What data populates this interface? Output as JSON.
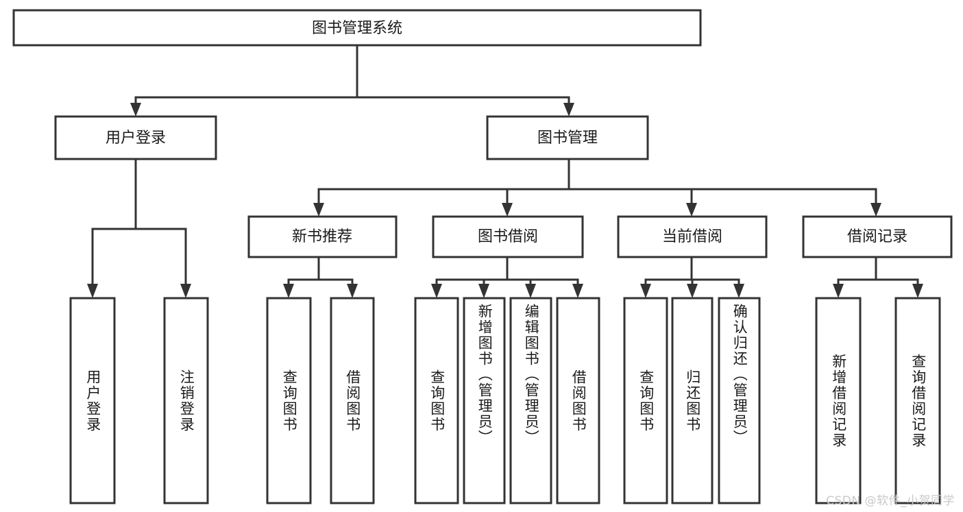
{
  "diagram": {
    "title": "图书管理系统",
    "type": "tree-hierarchy",
    "root": {
      "id": "root",
      "label": "图书管理系统",
      "orientation": "horizontal"
    },
    "level2": [
      {
        "id": "user-login",
        "label": "用户登录",
        "orientation": "horizontal"
      },
      {
        "id": "book-manage",
        "label": "图书管理",
        "orientation": "horizontal"
      }
    ],
    "level3": [
      {
        "id": "new-book-rec",
        "label": "新书推荐",
        "orientation": "horizontal",
        "parent": "book-manage"
      },
      {
        "id": "book-borrow",
        "label": "图书借阅",
        "orientation": "horizontal",
        "parent": "book-manage"
      },
      {
        "id": "current-borrow",
        "label": "当前借阅",
        "orientation": "horizontal",
        "parent": "book-manage"
      },
      {
        "id": "borrow-record",
        "label": "借阅记录",
        "orientation": "horizontal",
        "parent": "book-manage"
      }
    ],
    "leaves": [
      {
        "id": "leaf-user-login",
        "label": "用户登录",
        "parent": "user-login",
        "orientation": "vertical"
      },
      {
        "id": "leaf-logout",
        "label": "注销登录",
        "parent": "user-login",
        "orientation": "vertical"
      },
      {
        "id": "leaf-query-book-1",
        "label": "查询图书",
        "parent": "new-book-rec",
        "orientation": "vertical"
      },
      {
        "id": "leaf-borrow-book-1",
        "label": "借阅图书",
        "parent": "new-book-rec",
        "orientation": "vertical"
      },
      {
        "id": "leaf-query-book-2",
        "label": "查询图书",
        "parent": "book-borrow",
        "orientation": "vertical"
      },
      {
        "id": "leaf-add-book",
        "label": "新增图书（管理员）",
        "parent": "book-borrow",
        "orientation": "vertical"
      },
      {
        "id": "leaf-edit-book",
        "label": "编辑图书（管理员）",
        "parent": "book-borrow",
        "orientation": "vertical"
      },
      {
        "id": "leaf-borrow-book-2",
        "label": "借阅图书",
        "parent": "book-borrow",
        "orientation": "vertical"
      },
      {
        "id": "leaf-query-book-3",
        "label": "查询图书",
        "parent": "current-borrow",
        "orientation": "vertical"
      },
      {
        "id": "leaf-return-book",
        "label": "归还图书",
        "parent": "current-borrow",
        "orientation": "vertical"
      },
      {
        "id": "leaf-confirm-return",
        "label": "确认归还（管理员）",
        "parent": "current-borrow",
        "orientation": "vertical"
      },
      {
        "id": "leaf-add-record",
        "label": "新增借阅记录",
        "parent": "borrow-record",
        "orientation": "vertical"
      },
      {
        "id": "leaf-query-record",
        "label": "查询借阅记录",
        "parent": "borrow-record",
        "orientation": "vertical"
      }
    ],
    "watermark": "CSDN @软件_小贺同学",
    "colors": {
      "box_stroke": "#333333",
      "box_fill": "#ffffff",
      "text": "#1a1a1a",
      "background": "#ffffff",
      "watermark": "#c9c9c9"
    }
  }
}
